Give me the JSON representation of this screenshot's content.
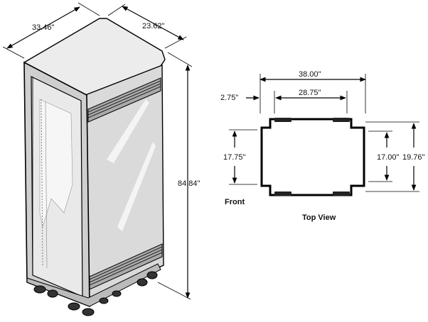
{
  "isometric": {
    "depth_label": "33.46\"",
    "width_label": "23.62\"",
    "height_label": "84.84\""
  },
  "top_view": {
    "overall_width_label": "38.00\"",
    "offset_label": "2.75\"",
    "inner_width_label": "28.75\"",
    "left_depth_label": "17.75\"",
    "right_inner_depth_label": "17.00\"",
    "right_outer_depth_label": "19.76\"",
    "front_label": "Front",
    "caption": "Top View"
  },
  "colors": {
    "line": "#000000",
    "panel_gray": "#d9d9d9",
    "panel_light": "#efefef",
    "glass": "#e6e6e6",
    "vent": "#9a9a9a",
    "dark_part": "#333333"
  }
}
